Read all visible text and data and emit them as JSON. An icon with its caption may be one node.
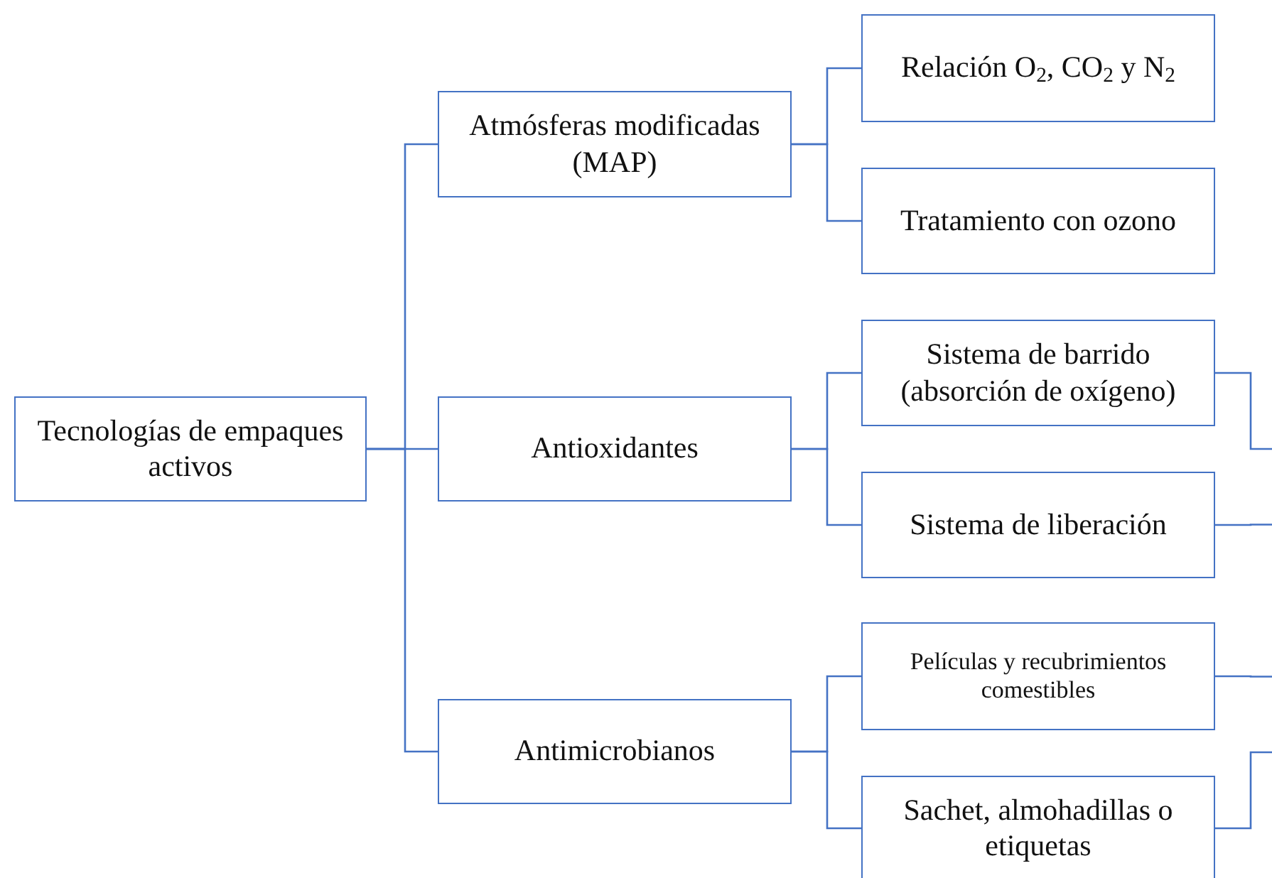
{
  "diagram": {
    "nodes": [
      {
        "text": [
          "Tecnologías de empaques activos"
        ]
      },
      {
        "text": [
          "Atmósferas modificadas (MAP)"
        ]
      },
      {
        "text": [
          "Antioxidantes"
        ]
      },
      {
        "text": [
          "Antimicrobianos"
        ]
      },
      {
        "text": [
          "Relación O$_{2}$, CO$_{2}$ y N$_{2}$"
        ]
      },
      {
        "text": [
          "Tratamiento con ozono"
        ]
      },
      {
        "text": [
          "Sistema de barrido (absorción de oxígeno)"
        ]
      },
      {
        "text": [
          "Sistema de liberación"
        ]
      },
      {
        "text": [
          "Películas y recubrimientos comestibles"
        ]
      },
      {
        "text": [
          "Sachet, almohadillas o etiquetas"
        ]
      }
    ],
    "edges": [
      {
        "from": 0,
        "to": 1,
        "arrow": "none"
      },
      {
        "from": 0,
        "to": 2,
        "arrow": "none"
      },
      {
        "from": 0,
        "to": 3,
        "arrow": "none"
      },
      {
        "from": 1,
        "to": 4,
        "arrow": "none"
      },
      {
        "from": 1,
        "to": 5,
        "arrow": "none"
      },
      {
        "from": 2,
        "to": 6,
        "arrow": "none"
      },
      {
        "from": 2,
        "to": 7,
        "arrow": "none"
      },
      {
        "from": 3,
        "to": 8,
        "arrow": "none"
      },
      {
        "from": 3,
        "to": 9,
        "arrow": "none"
      },
      {
        "from": 6,
        "to": null,
        "arrow": "none"
      },
      {
        "from": 7,
        "to": null,
        "arrow": "none"
      },
      {
        "from": 8,
        "to": null,
        "arrow": "none"
      },
      {
        "from": 9,
        "to": null,
        "arrow": "none"
      }
    ]
  }
}
